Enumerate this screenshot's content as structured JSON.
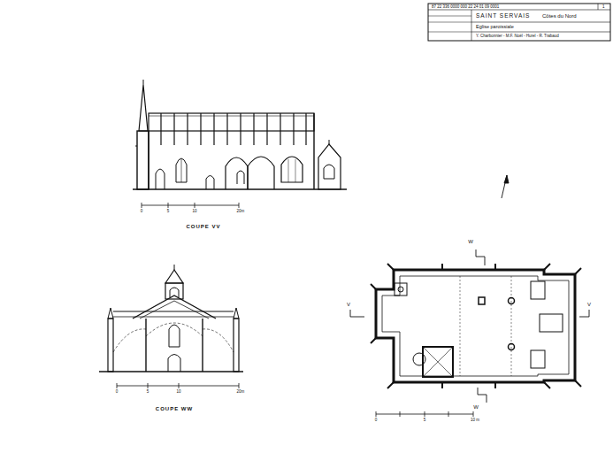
{
  "diagram": {
    "title": "SAINT SERVAIS",
    "labels": [
      "87 22 336 0000 000 22 24 01 09 0001",
      "1",
      "Côtes du Nord",
      "Eglise paroissiale",
      "Y. Charbonnier - M.F. Noël - Hurel - R. Trabaud",
      "0",
      "5",
      "10",
      "20m",
      "COUPE VV",
      "0",
      "5",
      "10",
      "20m",
      "COUPE WW",
      "W",
      "V",
      "V",
      "W",
      "0",
      "5",
      "10 m"
    ]
  }
}
